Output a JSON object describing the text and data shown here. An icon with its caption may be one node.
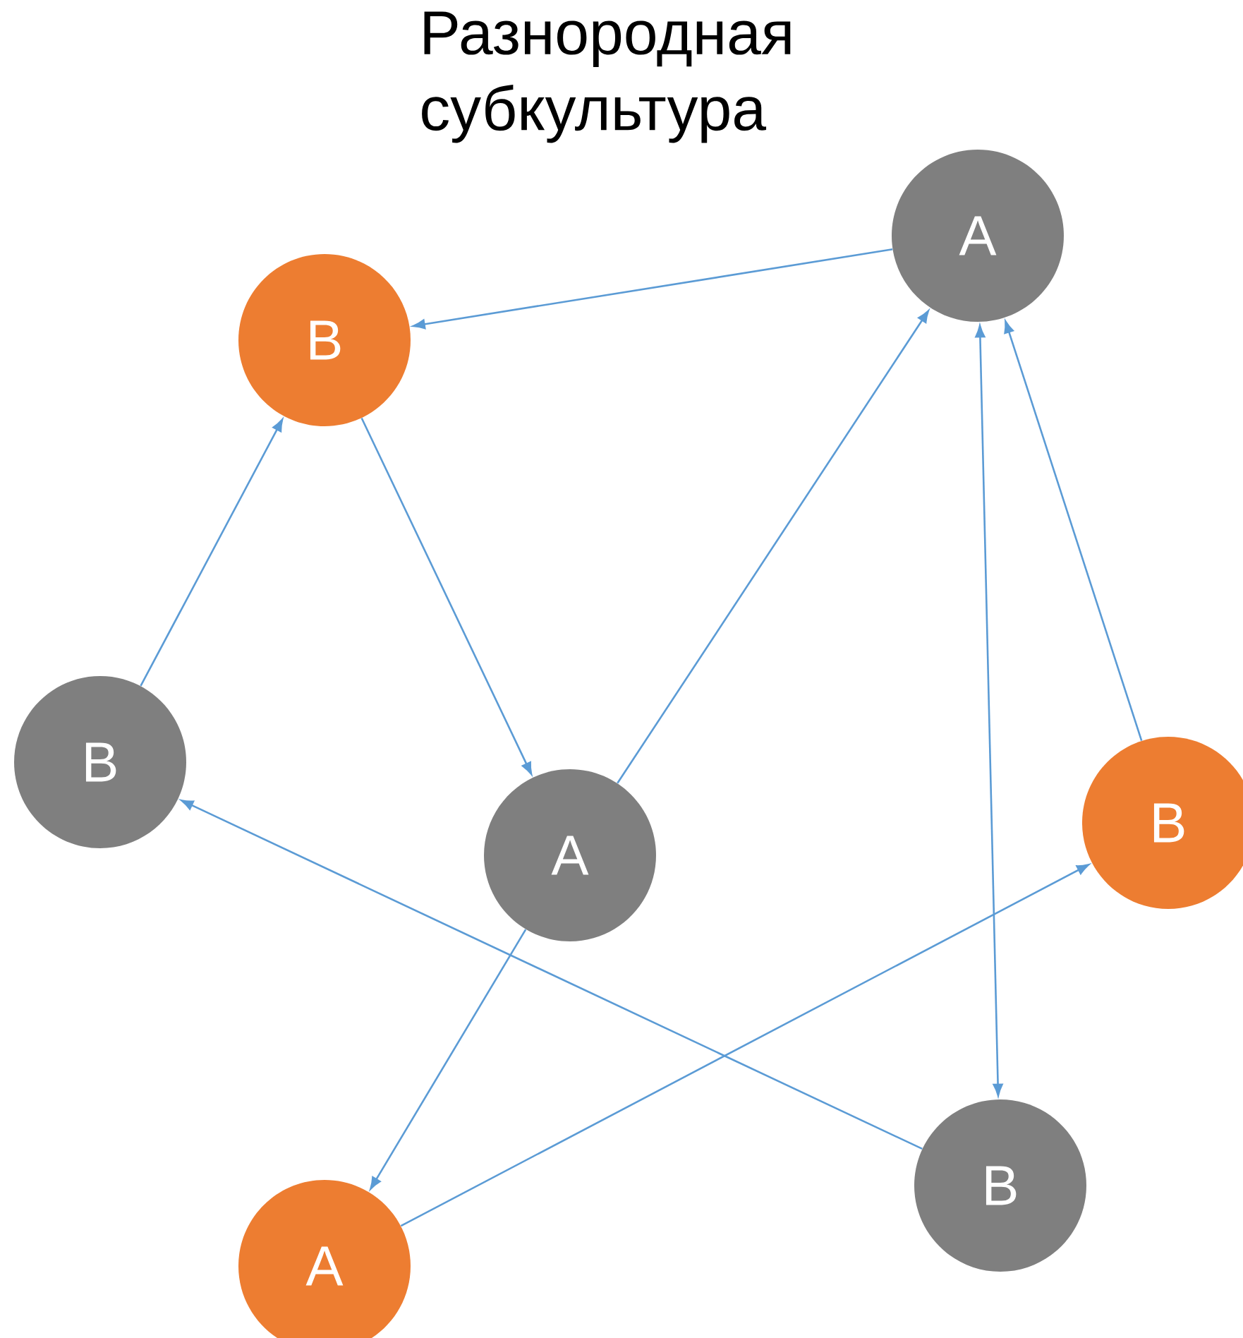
{
  "diagram": {
    "title": "Разнородная субкультура",
    "nodes": [
      {
        "text": [
          "A"
        ]
      },
      {
        "text": [
          "B"
        ]
      },
      {
        "text": [
          "B"
        ]
      },
      {
        "text": [
          "A"
        ]
      },
      {
        "text": [
          "B"
        ]
      },
      {
        "text": [
          "B"
        ]
      },
      {
        "text": [
          "A"
        ]
      }
    ],
    "edges": [
      {
        "from": 0,
        "to": 1,
        "arrow": "to"
      },
      {
        "from": 2,
        "to": 1,
        "arrow": "to"
      },
      {
        "from": 1,
        "to": 3,
        "arrow": "to"
      },
      {
        "from": 3,
        "to": 0,
        "arrow": "to"
      },
      {
        "from": 0,
        "to": 5,
        "arrow": "both"
      },
      {
        "from": 4,
        "to": 0,
        "arrow": "to"
      },
      {
        "from": 3,
        "to": 6,
        "arrow": "to"
      },
      {
        "from": 6,
        "to": 4,
        "arrow": "to"
      },
      {
        "from": 5,
        "to": 2,
        "arrow": "to"
      }
    ]
  }
}
